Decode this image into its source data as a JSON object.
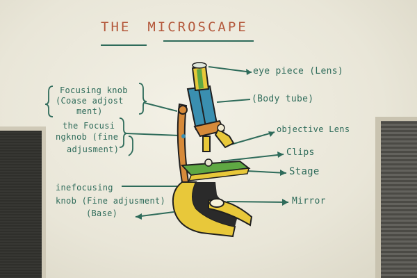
{
  "title": {
    "word1": "THE",
    "word2": "MICROSCAPE"
  },
  "labels": {
    "eye_piece": "eye piece (Lens)",
    "body_tube": "(Body tube)",
    "objective_lens": "objective Lens",
    "clips": "Clips",
    "stage": "Stage",
    "mirror": "Mirror",
    "coarse_line1": "Focusing knob",
    "coarse_line2": "(Coase adjost",
    "coarse_line3": "ment)",
    "fine_line1": "the Focusi",
    "fine_line2": "ngknob (fine",
    "fine_line3": "adjusment)",
    "fine2_line1": "inefocusing",
    "fine2_line2": "knob (Fine adjusment)",
    "base": "(Base)"
  },
  "colors": {
    "label_green": "#2e6b5a",
    "title_red": "#b3573a",
    "arm_orange": "#d68a3a",
    "base_yellow": "#e8c83a",
    "tube_blue": "#3a8fb0",
    "stage_green": "#5fa843",
    "outline_black": "#1f1f1f"
  }
}
